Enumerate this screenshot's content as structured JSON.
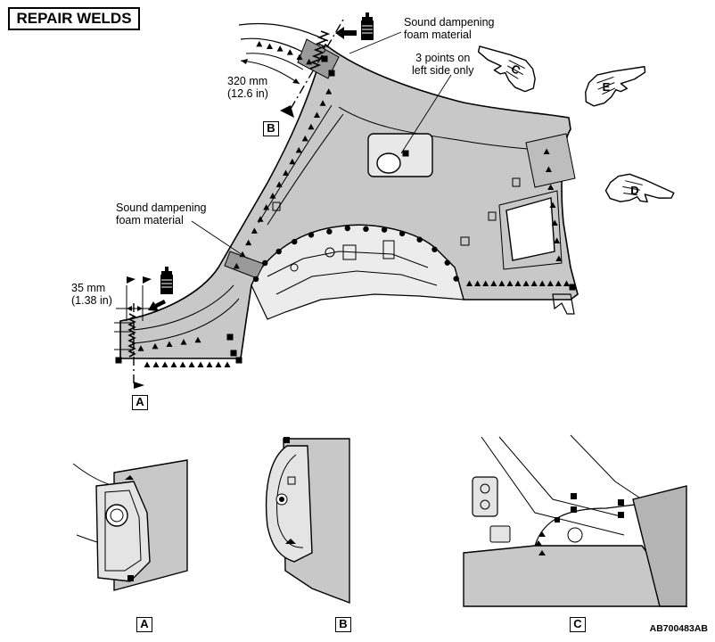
{
  "title": "REPAIR WELDS",
  "callouts": {
    "foam_top": [
      "Sound dampening",
      "foam material"
    ],
    "foam_left": [
      "Sound dampening",
      "foam material"
    ],
    "three_points": [
      "3 points on",
      "left side only"
    ],
    "dim_320": [
      "320 mm",
      "(12.6 in)"
    ],
    "dim_35": [
      "35 mm",
      "(1.38 in)"
    ]
  },
  "view_labels": {
    "main_a": "A",
    "main_b": "B",
    "detail_a": "A",
    "detail_b": "B",
    "detail_c": "C"
  },
  "viewing_hands": [
    "C",
    "E",
    "D"
  ],
  "figure_code": "AB700483AB",
  "colors": {
    "panel_fill": "#c8c8c8",
    "panel_dark": "#a9a9a9",
    "line": "#000000"
  },
  "icons": [
    "sealant-tube-icon",
    "viewing-hand-icon",
    "weld-triangle-icon",
    "weld-square-icon",
    "weld-dot-icon"
  ]
}
